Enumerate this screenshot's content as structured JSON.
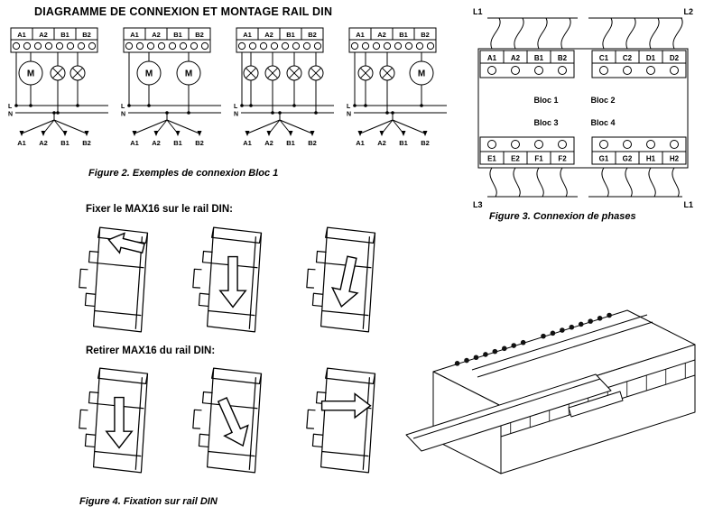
{
  "page": {
    "title": "DIAGRAMME DE CONNEXION ET MONTAGE RAIL DIN"
  },
  "figure2": {
    "caption": "Figure 2. Exemples de connexion Bloc 1",
    "terminal_labels": [
      "A1",
      "A2",
      "B1",
      "B2"
    ],
    "bottom_labels": [
      "A1",
      "A2",
      "B1",
      "B2"
    ],
    "line_l": "L",
    "line_n": "N",
    "motor_label": "M",
    "diagrams": [
      {
        "loads": [
          {
            "type": "motor",
            "x": 26
          },
          {
            "type": "lamp",
            "x": 56
          },
          {
            "type": "lamp",
            "x": 78
          }
        ]
      },
      {
        "loads": [
          {
            "type": "motor",
            "x": 32
          },
          {
            "type": "motor",
            "x": 76
          }
        ]
      },
      {
        "loads": [
          {
            "type": "lamp",
            "x": 20
          },
          {
            "type": "lamp",
            "x": 44
          },
          {
            "type": "lamp",
            "x": 68
          },
          {
            "type": "lamp",
            "x": 92
          }
        ]
      },
      {
        "loads": [
          {
            "type": "lamp",
            "x": 22
          },
          {
            "type": "lamp",
            "x": 46
          },
          {
            "type": "motor",
            "x": 84
          }
        ]
      }
    ]
  },
  "figure3": {
    "caption": "Figure 3. Connexion de phases",
    "corners": {
      "top_left": "L1",
      "top_right": "L2",
      "bottom_left": "L3",
      "bottom_right": "L1"
    },
    "top_terminals": [
      "A1",
      "A2",
      "B1",
      "B2",
      "C1",
      "C2",
      "D1",
      "D2"
    ],
    "bottom_terminals": [
      "E1",
      "E2",
      "F1",
      "F2",
      "G1",
      "G2",
      "H1",
      "H2"
    ],
    "blocs": [
      "Bloc 1",
      "Bloc 2",
      "Bloc 3",
      "Bloc 4"
    ]
  },
  "figure4": {
    "caption": "Figure 4. Fixation sur rail DIN",
    "fix_heading": "Fixer le MAX16 sur le rail DIN:",
    "remove_heading": "Retirer MAX16 du rail DIN:",
    "fix_steps": [
      {
        "arrow": "hook-left"
      },
      {
        "arrow": "down"
      },
      {
        "arrow": "down-tilt"
      }
    ],
    "remove_steps": [
      {
        "arrow": "down"
      },
      {
        "arrow": "down-right"
      },
      {
        "arrow": "right"
      }
    ]
  }
}
